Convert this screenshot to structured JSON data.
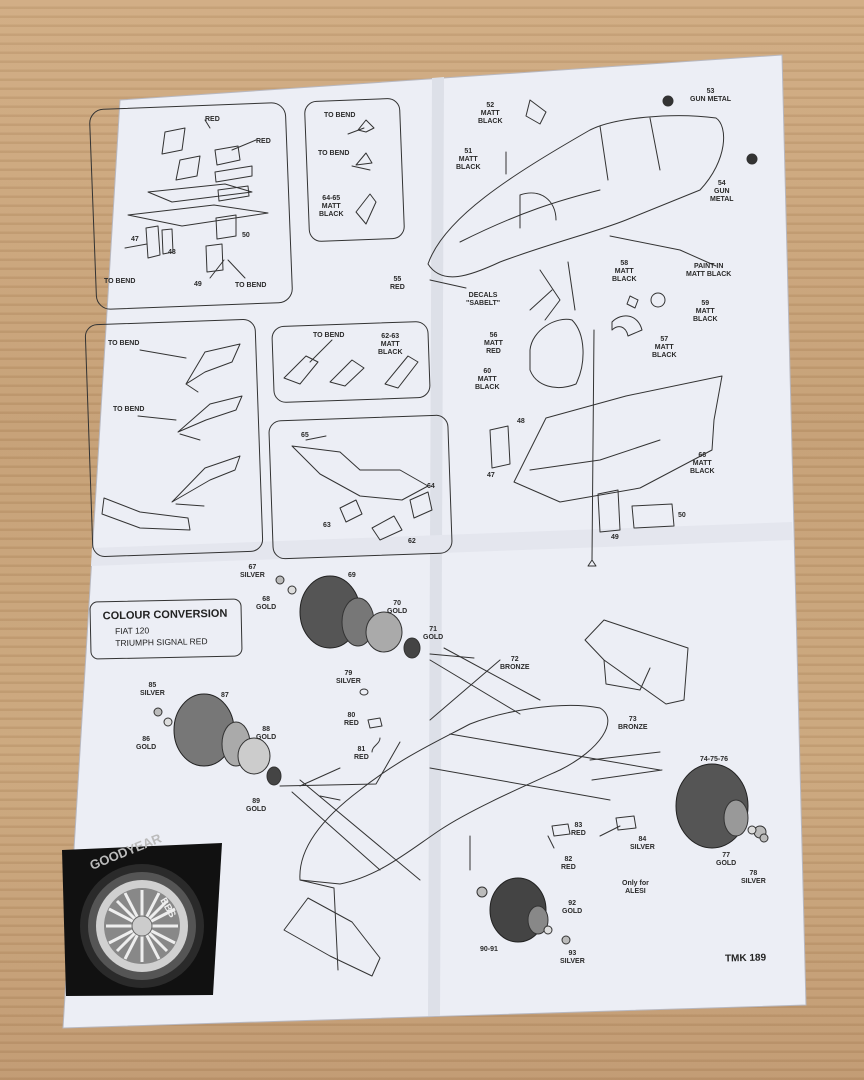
{
  "document": {
    "code": "TMK 189",
    "colour_conversion": {
      "title": "COLOUR CONVERSION",
      "lines": [
        "FIAT 120",
        "TRIUMPH SIGNAL RED"
      ]
    },
    "labels": {
      "p_red_a": "RED",
      "p_red_b": "RED",
      "p47a": "47",
      "p48a": "48",
      "p49a": "49",
      "p50a": "50",
      "to_bend_a": "TO BEND",
      "to_bend_b": "TO BEND",
      "to_bend_c": "TO BEND",
      "to_bend_d": "TO BEND",
      "to_bend_e": "TO BEND",
      "to_bend_f": "TO BEND",
      "to_bend_g": "TO BEND",
      "p64_65": "64-65\nMATT\nBLACK",
      "p62_63": "62-63\nMATT\nBLACK",
      "p65": "65",
      "p64": "64",
      "p63": "63",
      "p62": "62",
      "p52": "52\nMATT\nBLACK",
      "p51": "51\nMATT\nBLACK",
      "p53": "53\nGUN METAL",
      "p54": "54\nGUN\nMETAL",
      "p55": "55\nRED",
      "paint_in": "PAINT IN\nMATT BLACK",
      "decals": "DECALS\n\"SABELT\"",
      "p58": "58\nMATT\nBLACK",
      "p59": "59\nMATT\nBLACK",
      "p56": "56\nMATT\nRED",
      "p57": "57\nMATT\nBLACK",
      "p60": "60\nMATT\nBLACK",
      "p48b": "48",
      "p47b": "47",
      "p66": "66\nMATT\nBLACK",
      "p50b": "50",
      "p49b": "49",
      "p67": "67\nSILVER",
      "p68": "68\nGOLD",
      "p69": "69",
      "p70": "70\nGOLD",
      "p71": "71\nGOLD",
      "p72": "72\nBRONZE",
      "p79": "79\nSILVER",
      "p85": "85\nSILVER",
      "p86": "86\nGOLD",
      "p87": "87",
      "p88": "88\nGOLD",
      "p80": "80\nRED",
      "p81": "81\nRED",
      "p73": "73\nBRONZE",
      "p74": "74-75-76",
      "p89": "89\nGOLD",
      "p83": "83\nRED",
      "p84": "84\nSILVER",
      "p82": "82\nRED",
      "alesi": "Only for\nALESI",
      "p77": "77\nGOLD",
      "p78": "78\nSILVER",
      "p92": "92\nGOLD",
      "p93": "93\nSILVER",
      "p90": "90-91"
    },
    "photo_brand": {
      "tyre_text": "GOODYEAR",
      "wheel_text": "BBS"
    }
  }
}
